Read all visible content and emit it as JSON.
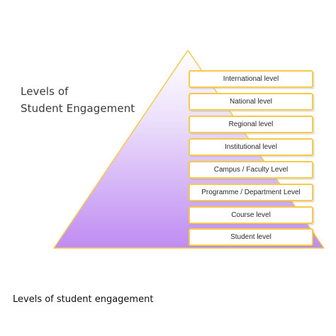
{
  "diagram": {
    "heading_line1": "Levels of",
    "heading_line2": "Student Engagement",
    "levels": [
      "International level",
      "National level",
      "Regional level",
      "Institutional level",
      "Campus  / Faculty Level",
      "Programme  / Department  Level",
      "Course level",
      "Student level"
    ],
    "colors": {
      "pyramid_top": "#ffffff",
      "pyramid_bottom": "#bf8cf2",
      "outline": "#f6c94a",
      "box_border": "#f6c94a"
    }
  },
  "caption": "Levels of student engagement"
}
